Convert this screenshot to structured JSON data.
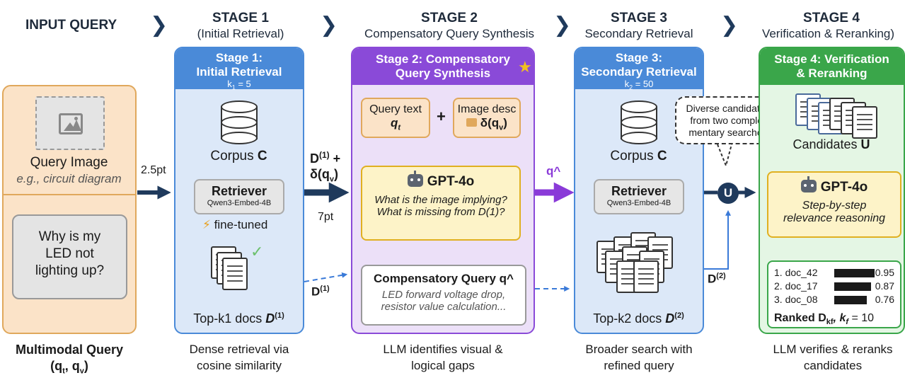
{
  "headers": {
    "input": "INPUT QUERY",
    "stage1": {
      "title": "STAGE 1",
      "sub": "(Initial Retrieval)"
    },
    "stage2": {
      "title": "STAGE 2",
      "sub": "Compensatory Query Synthesis"
    },
    "stage3": {
      "title": "STAGE 3",
      "sub": "Secondary Retrieval"
    },
    "stage4": {
      "title": "STAGE 4",
      "sub": "Verification & Reranking)"
    }
  },
  "input": {
    "image_label": "Query Image",
    "image_example": "e.g., circuit diagram",
    "question": "Why is my LED not lighting up?",
    "caption_line1": "Multimodal Query",
    "caption_line2": "(q",
    "caption_sub_t": "t",
    "caption_mid": ", q",
    "caption_sub_v": "v",
    "caption_end": ")"
  },
  "arrows": {
    "in_label": "2.5pt",
    "s1_out_d": "D",
    "s1_out_sup": "(1)",
    "s1_out_plus": " +",
    "s1_out_delta": "δ(q",
    "s1_out_delta_sub": "v",
    "s1_out_delta_end": ")",
    "s1_out_pt": "7pt",
    "s1_dashed_d": "D",
    "s1_dashed_sup": "(1)",
    "s2_out": "q^",
    "s3_out_d": "D",
    "s3_out_sup": "(2)",
    "union": "U"
  },
  "stage1": {
    "title_line1": "Stage 1:",
    "title_line2": "Initial Retrieval",
    "k_label": "k",
    "k_sub": "1",
    "k_value": " = 5",
    "corpus": "Corpus ",
    "corpus_c": "C",
    "retriever": "Retriever",
    "retriever_model": "Qwen3-Embed-4B",
    "fine_tuned": "fine-tuned",
    "docs_label": "Top-k1 docs ",
    "docs_d": "D",
    "docs_sup": "(1)",
    "caption": "Dense retrieval via cosine similarity"
  },
  "stage2": {
    "title_line1": "Stage 2: Compensatory",
    "title_line2": "Query Synthesis",
    "query_text": "Query text",
    "qt": "q",
    "qt_sub": "t",
    "plus": "+",
    "image_desc": "Image desc",
    "delta": "δ(q",
    "delta_sub": "v",
    "delta_end": ")",
    "gpt": "GPT-4o",
    "gpt_q1": "What is the image implying?",
    "gpt_q2": "What is missing from D(1)?",
    "comp_title": "Compensatory Query q^",
    "comp_line1": "LED forward voltage drop,",
    "comp_line2": "resistor value calculation...",
    "caption": "LLM identifies visual & logical gaps"
  },
  "stage3": {
    "title_line1": "Stage 3:",
    "title_line2": "Secondary Retrieval",
    "k_label": "k",
    "k_sub": "2",
    "k_value": " = 50",
    "corpus": "Corpus ",
    "corpus_c": "C",
    "retriever": "Retriever",
    "retriever_model": "Qwen3-Embed-4B",
    "docs_label": "Top-k2 docs ",
    "docs_d": "D",
    "docs_sup": "(2)",
    "caption": "Broader search with refined query"
  },
  "bubble": {
    "line1": "Diverse candidates",
    "line2": "from two comple-",
    "line3": "mentary searches"
  },
  "stage4": {
    "title_line1": "Stage 4: Verification",
    "title_line2": "& Reranking",
    "candidates": "Candidates ",
    "candidates_u": "U",
    "gpt": "GPT-4o",
    "reason1": "Step-by-step",
    "reason2": "relevance reasoning",
    "ranked": [
      {
        "label": "1. doc_42",
        "score": 0.95,
        "score_text": "0.95"
      },
      {
        "label": "2. doc_17",
        "score": 0.87,
        "score_text": "0.87"
      },
      {
        "label": "3. doc_08",
        "score": 0.76,
        "score_text": "0.76"
      }
    ],
    "ranked_label": "Ranked D",
    "ranked_sub": "kf",
    "kf": ", k",
    "kf_sub": "f",
    "kf_value": " = 10",
    "caption": "LLM verifies & reranks candidates"
  },
  "colors": {
    "input_bg": "#fbe3c8",
    "input_border": "#e0a85c",
    "s1_bg": "#dce8f8",
    "s1_border": "#4a8ad8",
    "s1_title": "#4a8ad8",
    "s2_bg": "#ece0f8",
    "s2_border": "#8a4ad8",
    "s2_title": "#8a4ad8",
    "s3_bg": "#dce8f8",
    "s3_border": "#4a8ad8",
    "s3_title": "#4a8ad8",
    "s4_bg": "#e4f6e4",
    "s4_border": "#3aa64a",
    "s4_title": "#3aa64a",
    "arrow_dark": "#1f3a5c",
    "arrow_purple": "#8a3ad8",
    "arrow_blue": "#3a7ad8"
  }
}
